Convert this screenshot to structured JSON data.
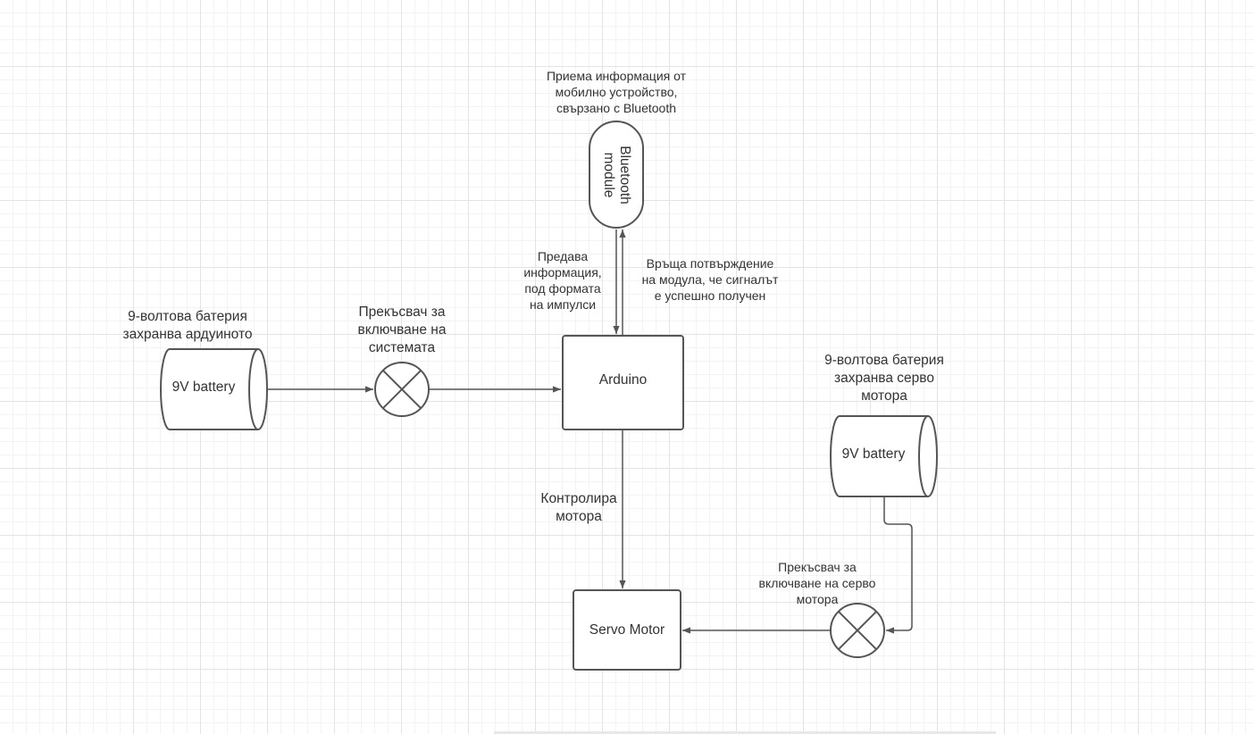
{
  "diagram": {
    "nodes": {
      "bluetooth": {
        "label": "Bluetooth\nmodule"
      },
      "arduino": {
        "label": "Arduino"
      },
      "servo": {
        "label": "Servo Motor"
      },
      "battery_left": {
        "label": "9V battery"
      },
      "battery_right": {
        "label": "9V battery"
      }
    },
    "annotations": {
      "bluetooth_desc": "Приема информация от\nмобилно устройство,\nсвързано с Bluetooth",
      "send_info": "Предава\nинформация,\nпод формата\nна импулси",
      "confirm": "Връща потвърждение\nна модула, че сигналът\nе успешно получен",
      "battery_left_desc": "9-волтова батерия\nзахранва ардуиното",
      "switch_left_desc": "Прекъсвач за\nвключване на\nсистемата",
      "battery_right_desc": "9-волтова батерия\nзахранва серво\nмотора",
      "controls_motor": "Контролира\nмотора",
      "switch_right_desc": "Прекъсвач за\nвключване на серво\nмотора"
    },
    "colors": {
      "stroke": "#555555",
      "text": "#333333",
      "grid": "#e3e3e3"
    }
  }
}
